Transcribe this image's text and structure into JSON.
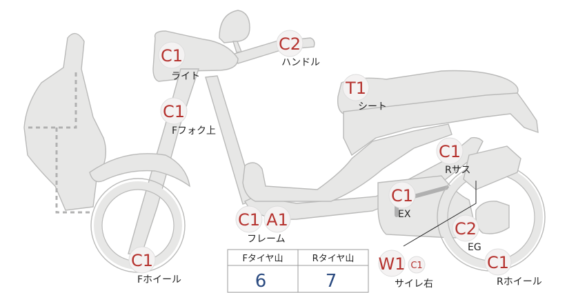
{
  "parts": {
    "light": {
      "grade": "C1",
      "label": "ライト"
    },
    "handle": {
      "grade": "C2",
      "label": "ハンドル"
    },
    "fork_upper": {
      "grade": "C1",
      "label": "Fフォク上"
    },
    "seat": {
      "grade": "T1",
      "label": "シート"
    },
    "rear_susp": {
      "grade": "C1",
      "label": "Rサス"
    },
    "exhaust": {
      "grade": "C1",
      "label": "EX"
    },
    "engine": {
      "grade": "C2",
      "label": "EG"
    },
    "frame": {
      "grade_1": "C1",
      "grade_2": "A1",
      "label": "フレーム"
    },
    "front_wheel": {
      "grade": "C1",
      "label": "Fホイール"
    },
    "rear_wheel": {
      "grade": "C1",
      "label": "Rホイール"
    },
    "side_stand_r": {
      "grade": "W1",
      "sub_grade": "C1",
      "label": "サイレ右"
    }
  },
  "tire_table": {
    "front": {
      "header": "Fタイヤ山",
      "value": "6"
    },
    "rear": {
      "header": "Rタイヤ山",
      "value": "7"
    }
  },
  "colors": {
    "grade_text": "#b5322e",
    "tire_value": "#2a4a80",
    "body_fill": "#e7e7e6"
  }
}
